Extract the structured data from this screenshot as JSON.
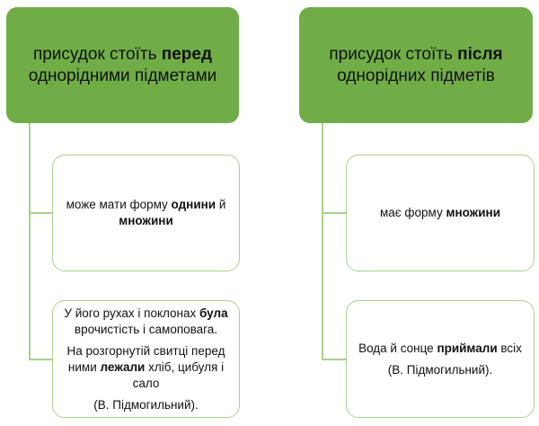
{
  "left": {
    "header": {
      "pre": "присудок стоїть ",
      "bold": "перед",
      "post": " однорідними підметами"
    },
    "children": [
      {
        "pre": "може мати форму ",
        "bold1": "однини",
        "mid": " й ",
        "bold2": "множини"
      },
      {
        "line1_pre": "У його рухах і поклонах ",
        "line1_bold": "була",
        "line1_post": " врочистість і самоповага.",
        "line2_pre": "На розгорнутій свитці перед ними  ",
        "line2_bold": "лежали",
        "line2_post": " хліб, цибуля і сало",
        "author": "(В. Підмогильний)."
      }
    ]
  },
  "right": {
    "header": {
      "pre": "присудок стоїть ",
      "bold": "після",
      "post": " однорідних підметів"
    },
    "children": [
      {
        "pre": "має форму ",
        "bold": "множини"
      },
      {
        "pre": "Вода й сонце ",
        "bold": "приймали",
        "post": " всіх",
        "author": "(В. Підмогильний)."
      }
    ]
  },
  "colors": {
    "header_fill": "#70ad47",
    "connector": "#a9d18e",
    "child_border": "#a9d18e"
  }
}
